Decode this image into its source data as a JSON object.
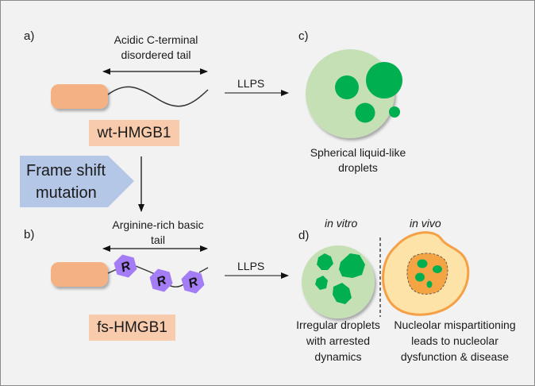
{
  "panels": {
    "a": {
      "label": "a)",
      "tail_title_line1": "Acidic C-terminal",
      "tail_title_line2": "disordered tail",
      "protein_name": "wt-HMGB1",
      "arrow_label": "LLPS"
    },
    "b": {
      "label": "b)",
      "tail_title_line1": "Arginine-rich basic",
      "tail_title_line2": "tail",
      "residue_letter": "R",
      "residue_count": 3,
      "protein_name": "fs-HMGB1",
      "arrow_label": "LLPS"
    },
    "c": {
      "label": "c)",
      "caption_line1": "Spherical liquid-like",
      "caption_line2": "droplets"
    },
    "d": {
      "label": "d)",
      "in_vitro_label": "in vitro",
      "in_vivo_label": "in vivo",
      "in_vitro_caption_line1": "Irregular droplets",
      "in_vitro_caption_line2": "with arrested",
      "in_vitro_caption_line3": "dynamics",
      "in_vivo_caption_line1": "Nucleolar mispartitioning",
      "in_vivo_caption_line2": "leads to nucleolar",
      "in_vivo_caption_line3": "dysfunction & disease"
    }
  },
  "mutation": {
    "line1": "Frame shift",
    "line2": "mutation"
  },
  "colors": {
    "background": "#f2f2f2",
    "protein_body": "#f4b183",
    "name_box": "#f8cbad",
    "mutation_arrow": "#b4c7e7",
    "arginine": "#a47cf5",
    "droplet_bg": "#c5e0b4",
    "droplet": "#00b050",
    "cell_fill": "#fde3a7",
    "cell_border": "#f5a044",
    "nucleolus": "#f5a443"
  }
}
